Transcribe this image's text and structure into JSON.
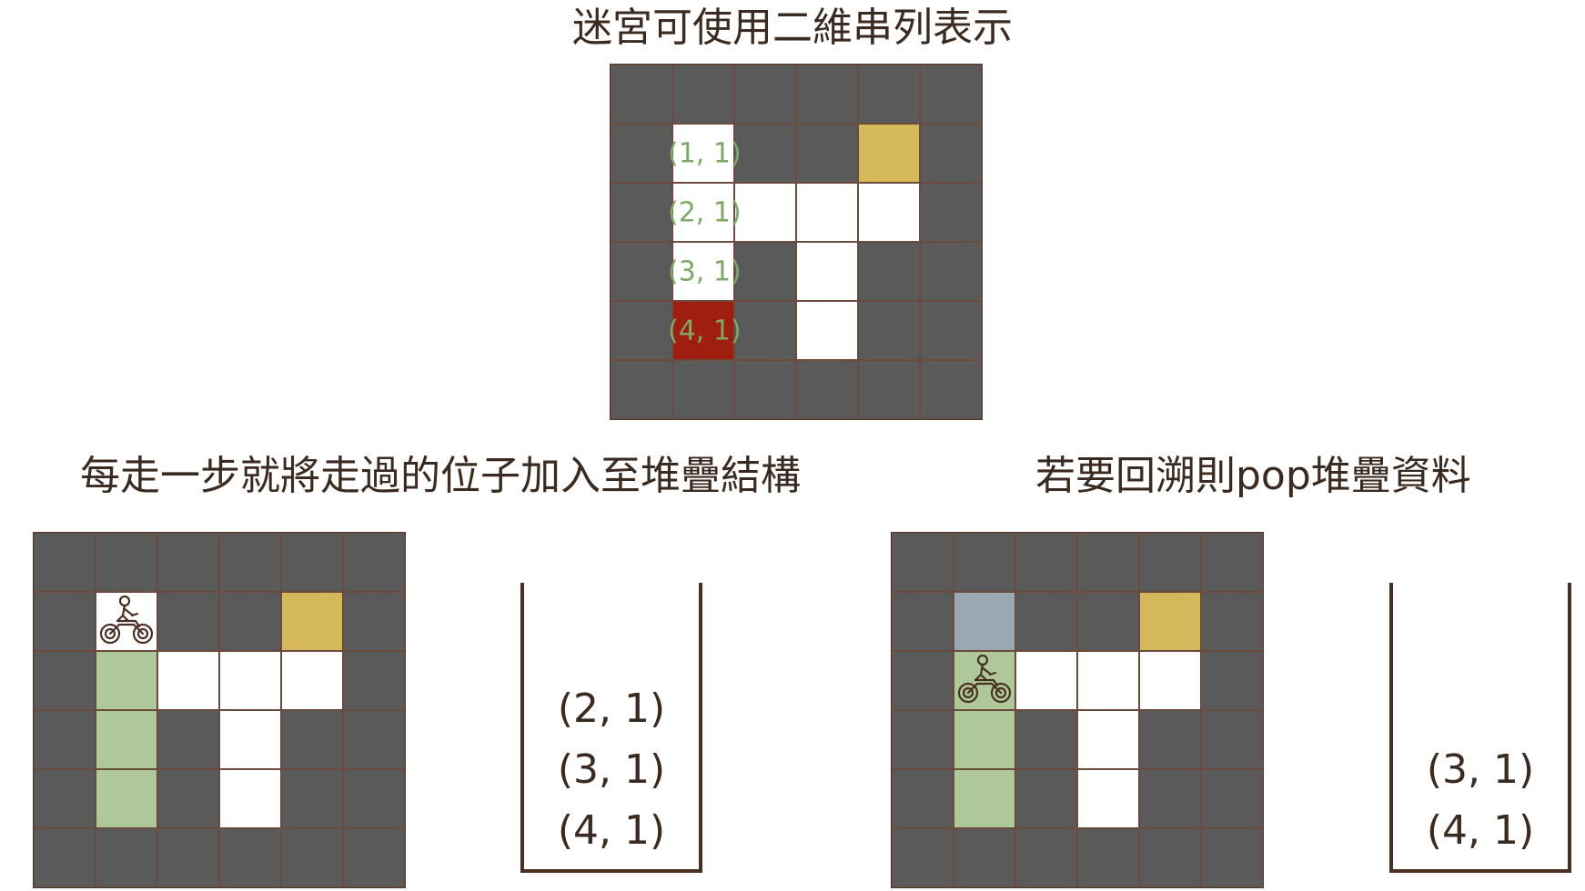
{
  "titles": {
    "top": "迷宮可使用二維串列表示",
    "left": "每走一步就將走過的位子加入至堆疊結構",
    "right": "若要回溯則pop堆疊資料"
  },
  "colors": {
    "wall": "#5a5a5a",
    "open": "#ffffff",
    "goal": "#d4b85a",
    "current": "#a01e10",
    "visited": "#afc89a",
    "backtracked": "#9aa8b4",
    "coord_label": "#7ea867"
  },
  "mazes": {
    "top": {
      "grid": [
        [
          "wall",
          "wall",
          "wall",
          "wall",
          "wall",
          "wall"
        ],
        [
          "wall",
          "open",
          "wall",
          "wall",
          "goal",
          "wall"
        ],
        [
          "wall",
          "open",
          "open",
          "open",
          "open",
          "wall"
        ],
        [
          "wall",
          "open",
          "wall",
          "open",
          "wall",
          "wall"
        ],
        [
          "wall",
          "current",
          "wall",
          "open",
          "wall",
          "wall"
        ],
        [
          "wall",
          "wall",
          "wall",
          "wall",
          "wall",
          "wall"
        ]
      ],
      "labels": [
        {
          "row": 1,
          "col": 1,
          "text": "(1, 1)"
        },
        {
          "row": 2,
          "col": 1,
          "text": "(2, 1)"
        },
        {
          "row": 3,
          "col": 1,
          "text": "(3, 1)"
        },
        {
          "row": 4,
          "col": 1,
          "text": "(4, 1)"
        }
      ]
    },
    "left": {
      "grid": [
        [
          "wall",
          "wall",
          "wall",
          "wall",
          "wall",
          "wall"
        ],
        [
          "wall",
          "open",
          "wall",
          "wall",
          "goal",
          "wall"
        ],
        [
          "wall",
          "visited",
          "open",
          "open",
          "open",
          "wall"
        ],
        [
          "wall",
          "visited",
          "wall",
          "open",
          "wall",
          "wall"
        ],
        [
          "wall",
          "visited",
          "wall",
          "open",
          "wall",
          "wall"
        ],
        [
          "wall",
          "wall",
          "wall",
          "wall",
          "wall",
          "wall"
        ]
      ],
      "rider": {
        "row": 1,
        "col": 1,
        "icon": "motorbike-rider-icon"
      }
    },
    "right": {
      "grid": [
        [
          "wall",
          "wall",
          "wall",
          "wall",
          "wall",
          "wall"
        ],
        [
          "wall",
          "backtracked",
          "wall",
          "wall",
          "goal",
          "wall"
        ],
        [
          "wall",
          "visited",
          "open",
          "open",
          "open",
          "wall"
        ],
        [
          "wall",
          "visited",
          "wall",
          "open",
          "wall",
          "wall"
        ],
        [
          "wall",
          "visited",
          "wall",
          "open",
          "wall",
          "wall"
        ],
        [
          "wall",
          "wall",
          "wall",
          "wall",
          "wall",
          "wall"
        ]
      ],
      "rider": {
        "row": 2,
        "col": 1,
        "icon": "motorbike-rider-icon"
      }
    }
  },
  "stacks": {
    "left": [
      "(2, 1)",
      "(3, 1)",
      "(4, 1)"
    ],
    "right": [
      "(3, 1)",
      "(4, 1)"
    ]
  }
}
